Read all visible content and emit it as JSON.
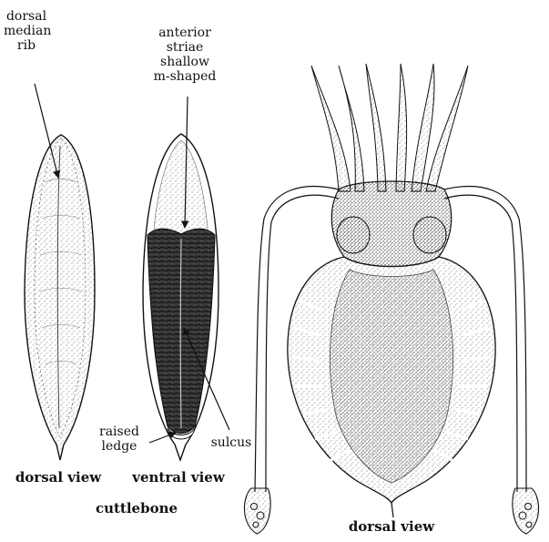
{
  "figure": {
    "background": "#ffffff",
    "ink": "#111111",
    "labels": {
      "dorsal_median_rib": [
        "dorsal",
        "median",
        "rib"
      ],
      "anterior_striae": [
        "anterior",
        "striae",
        "shallow",
        "m-shaped"
      ],
      "raised_ledge": [
        "raised",
        "ledge"
      ],
      "sulcus": "sulcus",
      "dorsal_view_left": "dorsal view",
      "ventral_view": "ventral view",
      "cuttlebone": "cuttlebone",
      "dorsal_view_right": "dorsal view"
    }
  }
}
